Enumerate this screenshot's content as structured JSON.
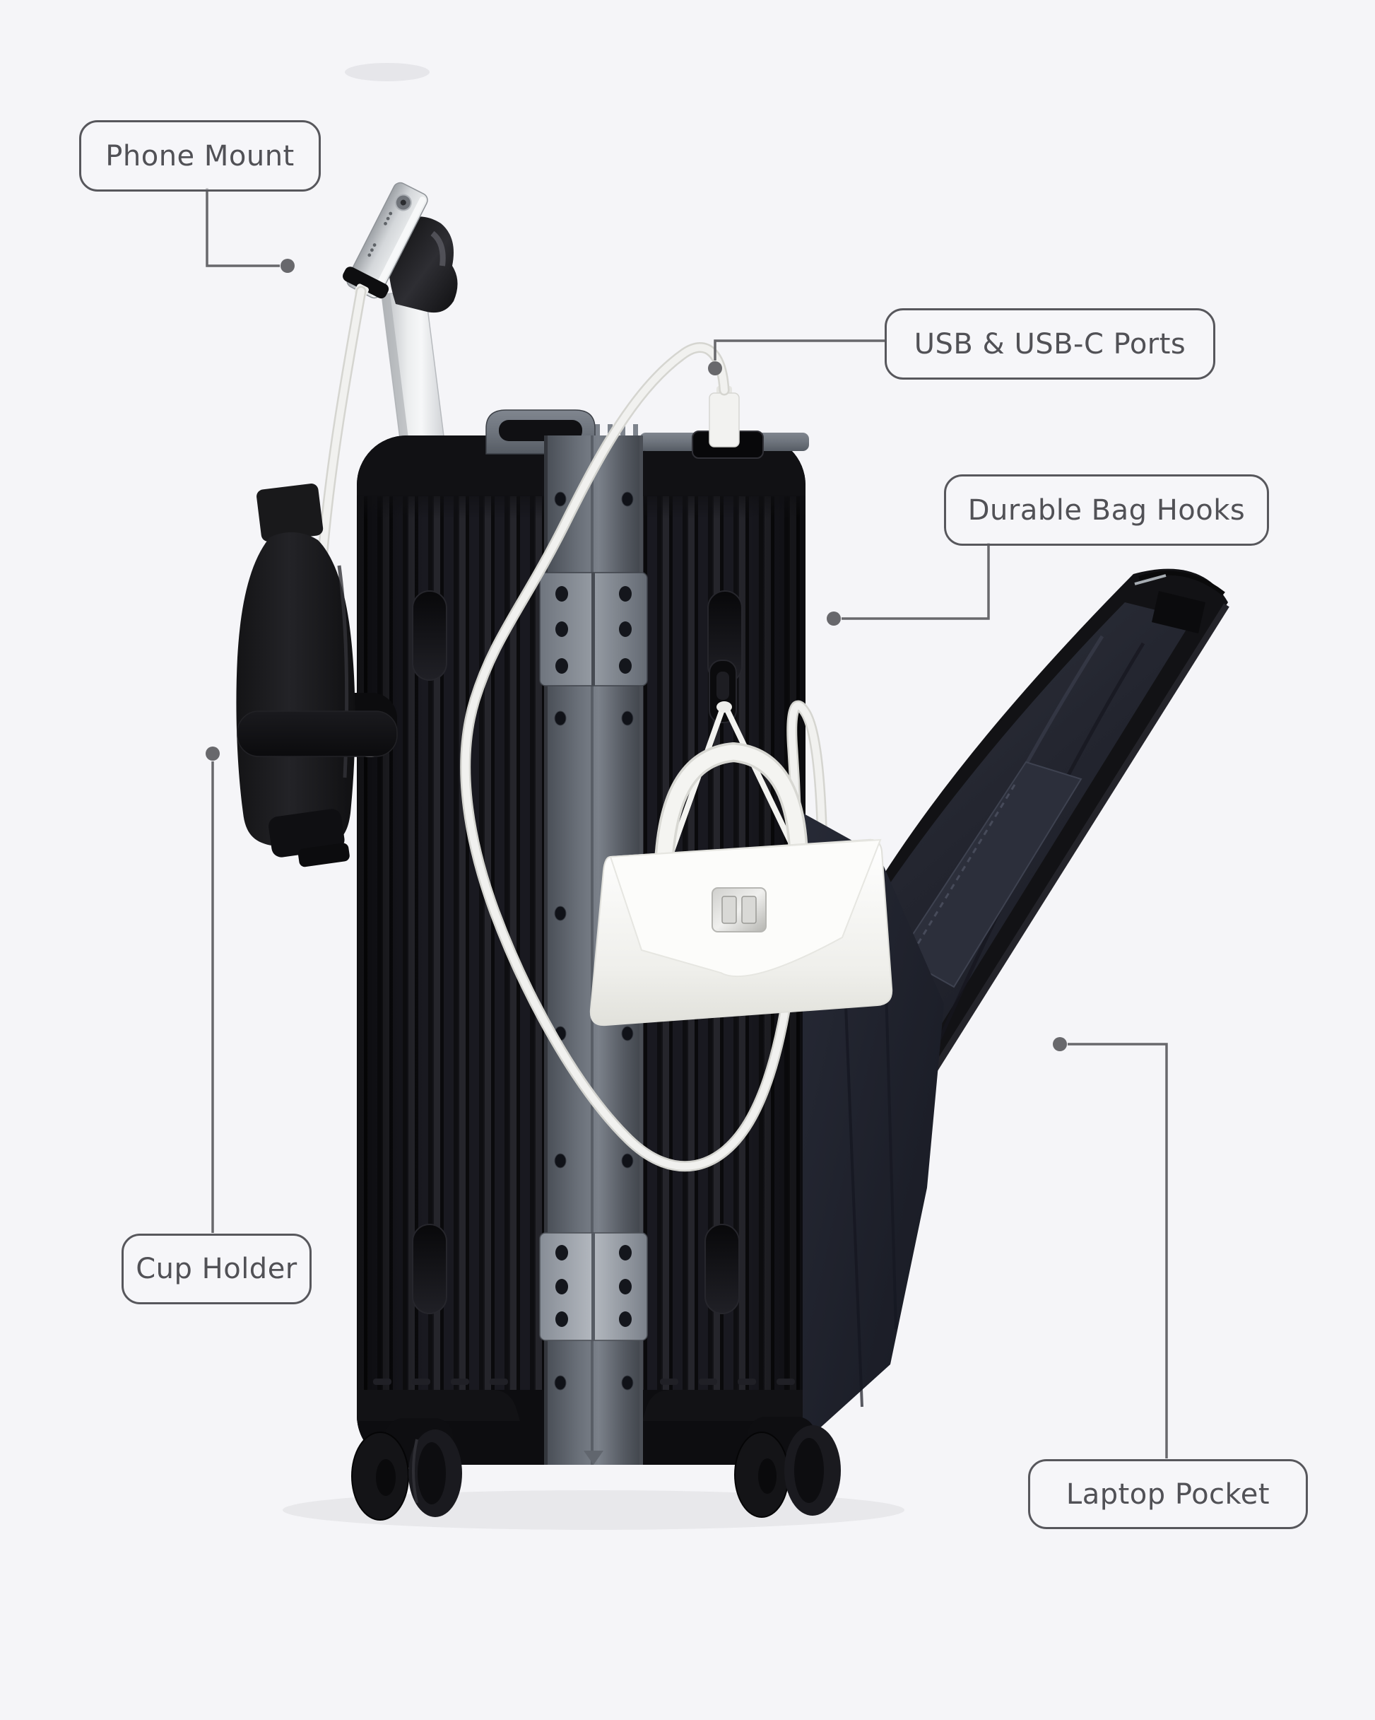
{
  "page": {
    "type": "product-feature-infographic",
    "background_color": "#f5f5f8"
  },
  "callouts": [
    {
      "id": "phone-mount",
      "label": "Phone Mount"
    },
    {
      "id": "usb-ports",
      "label": "USB & USB-C Ports"
    },
    {
      "id": "bag-hooks",
      "label": "Durable Bag Hooks"
    },
    {
      "id": "cup-holder",
      "label": "Cup Holder"
    },
    {
      "id": "laptop-pocket",
      "label": "Laptop Pocket"
    }
  ],
  "colors": {
    "label_border": "#57575c",
    "label_text": "#515156",
    "connector_line": "#68686c",
    "suitcase_shell": "#141418",
    "aluminum_frame": "#7b818a",
    "pocket_lining": "#242734",
    "handbag": "#fcfcfa",
    "cable": "#f1f1ef"
  }
}
